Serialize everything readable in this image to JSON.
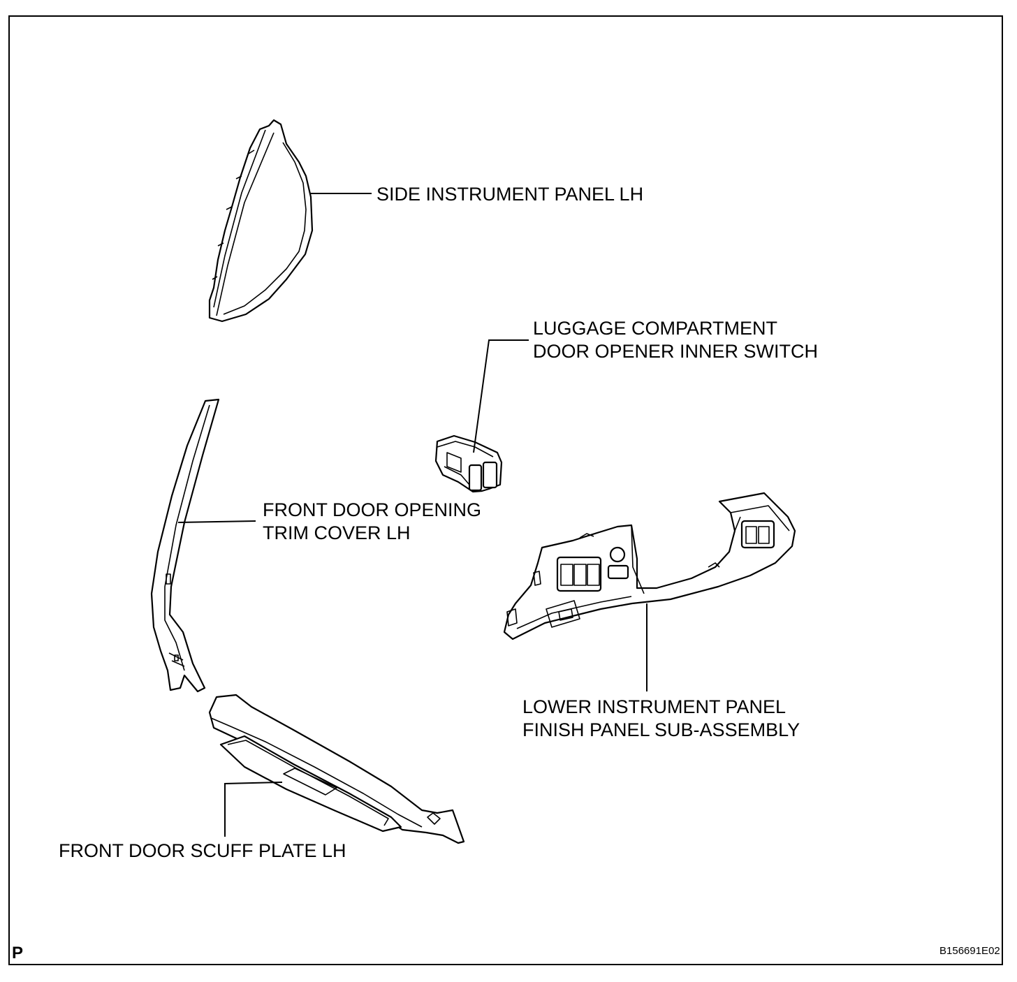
{
  "labels": {
    "side_instrument_panel": [
      "SIDE INSTRUMENT PANEL LH"
    ],
    "luggage_switch": [
      "LUGGAGE COMPARTMENT",
      "DOOR OPENER INNER SWITCH"
    ],
    "trim_cover": [
      "FRONT DOOR OPENING",
      "TRIM COVER LH"
    ],
    "lower_panel": [
      "LOWER INSTRUMENT PANEL",
      "FINISH PANEL SUB-ASSEMBLY"
    ],
    "scuff_plate": [
      "FRONT DOOR SCUFF PLATE LH"
    ]
  },
  "footer": {
    "corner_mark": "P",
    "figure_code": "B156691E02"
  }
}
